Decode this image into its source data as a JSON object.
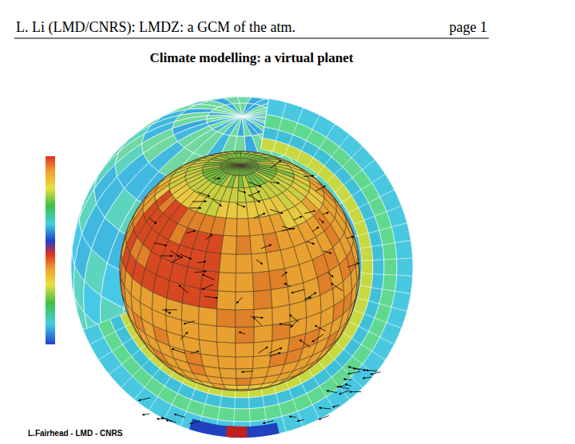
{
  "diagram": {
    "title": "Climate modelling: a virtual planet",
    "labels": [
      "L. Li (LMD/CNRS): LMDZ: a GCM of the atm.",
      "page 1",
      "L.Fairhead - LMD - CNRS"
    ]
  }
}
